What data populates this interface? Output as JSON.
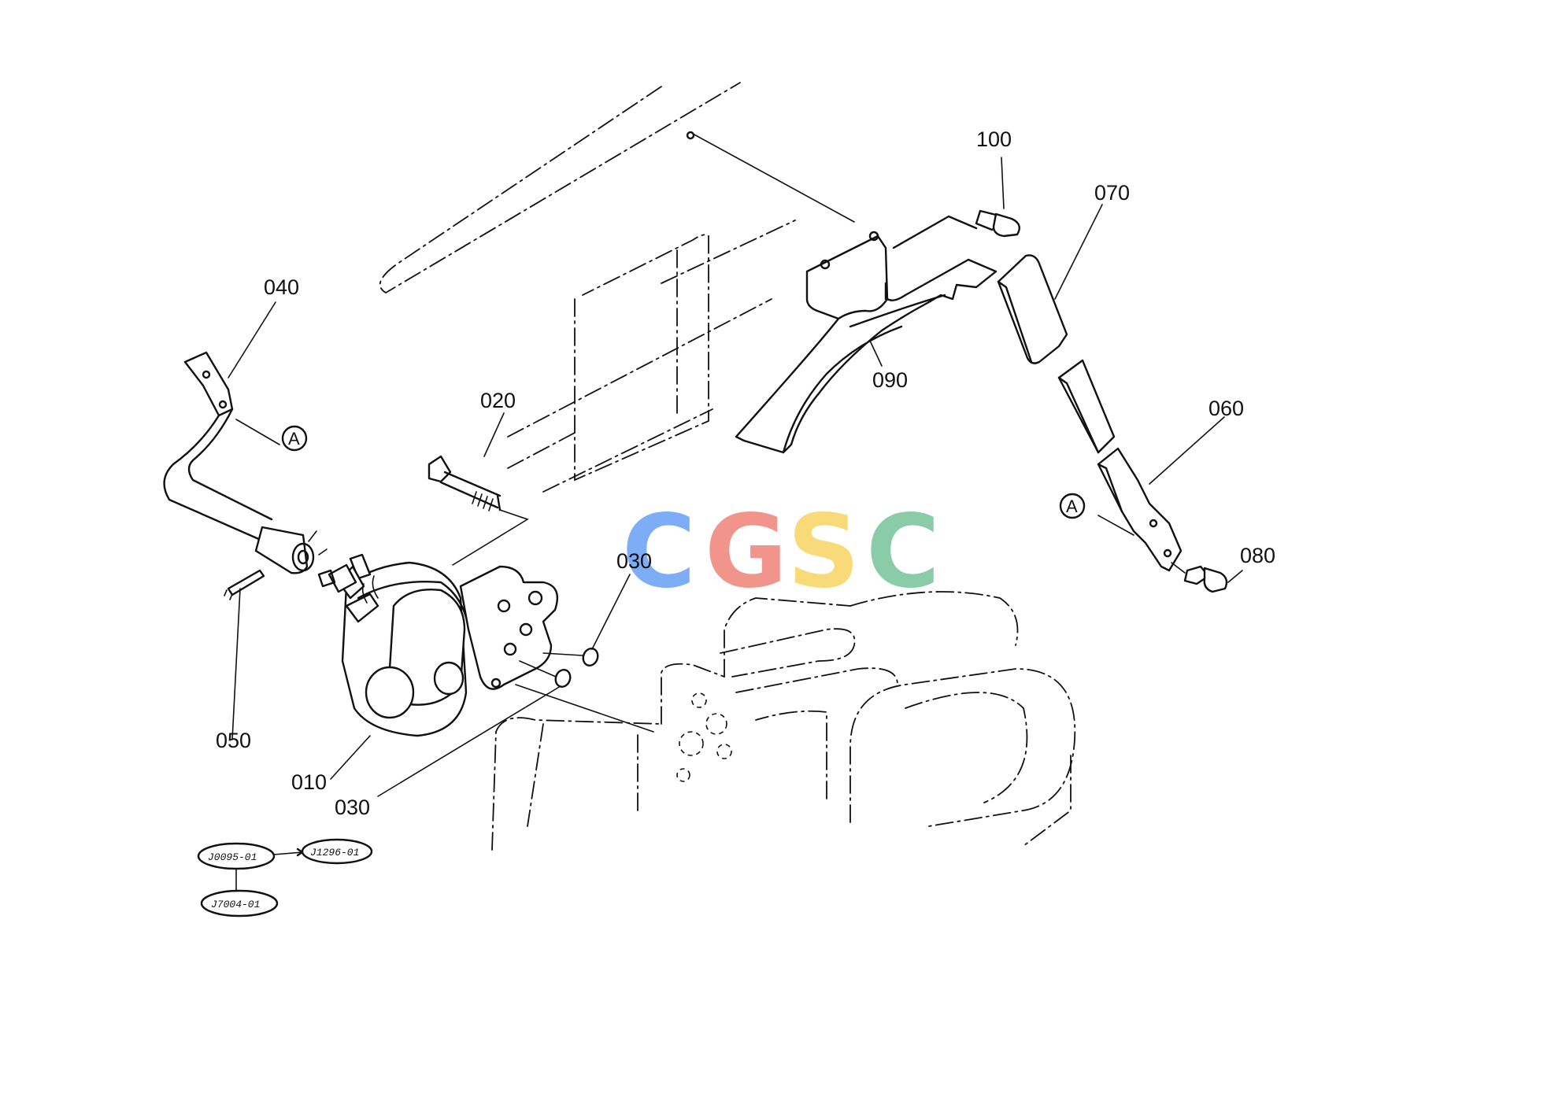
{
  "parts": {
    "p010": "010",
    "p020": "020",
    "p030a": "030",
    "p030b": "030",
    "p040": "040",
    "p050": "050",
    "p060": "060",
    "p070": "070",
    "p080": "080",
    "p090": "090",
    "p100": "100"
  },
  "markers": {
    "left": "A",
    "right": "A"
  },
  "references": {
    "r1": "J0095-01",
    "r2": "J1296-01",
    "r3": "J7004-01"
  },
  "watermark": {
    "letters": [
      "C",
      "G",
      "S",
      "C"
    ],
    "colors": [
      "#6fa5f5",
      "#f08a80",
      "#f8d66a",
      "#7fc79f"
    ]
  }
}
